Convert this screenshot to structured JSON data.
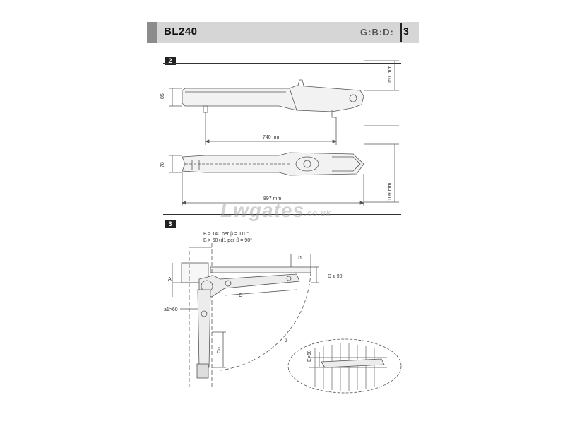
{
  "header": {
    "title": "BL240",
    "brand": "G:B:D:",
    "page_number": "3"
  },
  "section2": {
    "badge": "2",
    "dim_height_side": "85",
    "dim_height_top": "78",
    "dim_right_top": "151 mm",
    "dim_right_bottom": "109 mm",
    "dim_stroke": "740 mm",
    "dim_length": "897 mm"
  },
  "section3": {
    "badge": "3",
    "note_line1": "B ≥ 140 per β = 110°",
    "note_line2": "B > 60+d1 per β = 90°",
    "label_d1": "d1",
    "label_d": "D ≥ 90",
    "label_a": "A",
    "label_c": "C",
    "label_a1": "a1>60",
    "label_cu": "Cu",
    "label_beta": "β",
    "label_e": "E=60"
  },
  "watermark": {
    "text": "Lwgates",
    "suffix": ".co.uk"
  }
}
